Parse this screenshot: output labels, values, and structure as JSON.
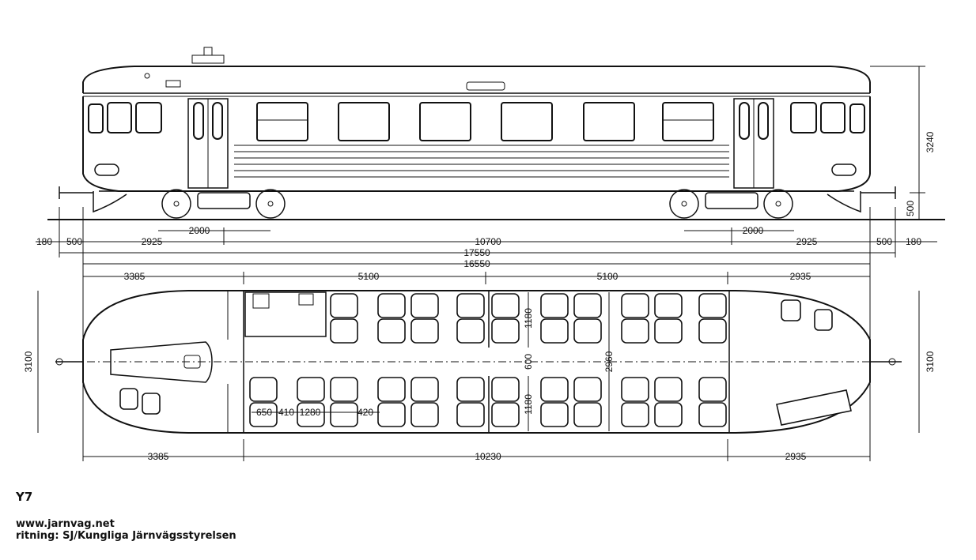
{
  "caption": {
    "model": "Y7",
    "website": "www.jarnvag.net",
    "credit": "ritning: SJ/Kungliga Järnvägsstyrelsen"
  },
  "side_view": {
    "height_total": "3240",
    "floor_height": "500",
    "bogie_wheelbase_left": "2000",
    "bogie_wheelbase_right": "2000",
    "buffer_left": "180",
    "buffer_right": "180",
    "end_left": "500",
    "end_right": "500",
    "overhang_left": "2925",
    "overhang_right": "2925",
    "bogie_centres": "10700",
    "length_over_buffers": "17550",
    "length_body": "16550"
  },
  "plan_view": {
    "section_lengths_top": [
      "3385",
      "5100",
      "5100",
      "2935"
    ],
    "section_lengths_bottom": [
      "3385",
      "10230",
      "2935"
    ],
    "width_left": "3100",
    "width_right": "3100",
    "interior_width": "2960",
    "aisle": "600",
    "seat_row_top": "1180",
    "seat_row_bottom": "1180",
    "seat_pitches": [
      "650",
      "410",
      "1280",
      "420"
    ]
  }
}
